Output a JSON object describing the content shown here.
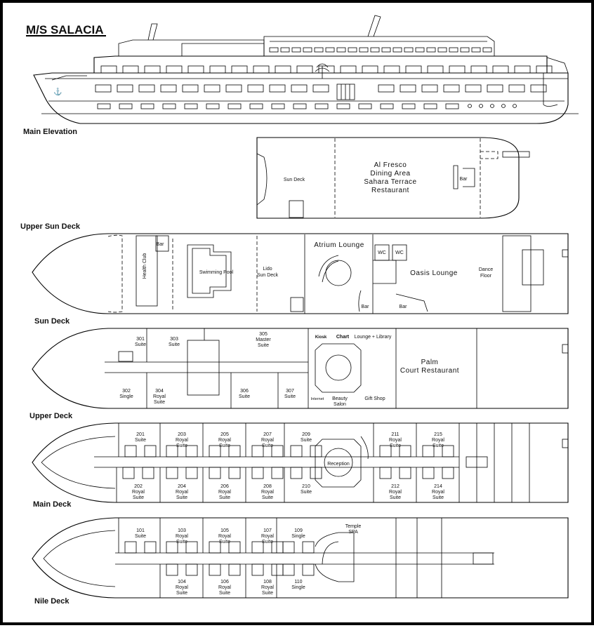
{
  "title": "M/S SALACIA",
  "decks": {
    "main_elevation": "Main Elevation",
    "upper_sun": "Upper Sun Deck",
    "sun": "Sun Deck",
    "upper": "Upper Deck",
    "main": "Main Deck",
    "nile": "Nile Deck"
  },
  "upper_sun_deck": {
    "sun_deck": "Sun Deck",
    "al_fresco": [
      "Al Fresco",
      "Dining Area",
      "Sahara Terrace",
      "Restaurant"
    ],
    "bar": "Bar"
  },
  "sun_deck": {
    "health_club": "Health Club",
    "bar_top": "Bar",
    "pool": "Swimming Pool",
    "lido": [
      "Lido",
      "Sun Deck"
    ],
    "atrium": "Atrium Lounge",
    "wc1": "WC",
    "wc2": "WC",
    "oasis": "Oasis Lounge",
    "dance": [
      "Dance",
      "Floor"
    ],
    "bar1": "Bar",
    "bar2": "Bar"
  },
  "upper_deck": {
    "kiosk": "Kiosk",
    "chart": "Chart",
    "lounge": "Lounge + Library",
    "palm": [
      "Palm",
      "Court Restaurant"
    ],
    "internet": "Internet",
    "beauty": [
      "Beauty",
      "Salon"
    ],
    "gift": "Gift Shop",
    "cabins_top": [
      {
        "num": "301",
        "type": "Suite"
      },
      {
        "num": "303",
        "type": "Suite"
      },
      {
        "num": "305",
        "type": "Master",
        "type2": "Suite"
      }
    ],
    "cabins_bottom": [
      {
        "num": "302",
        "type": "Single"
      },
      {
        "num": "304",
        "type": "Royal",
        "type2": "Suite"
      },
      {
        "num": "306",
        "type": "Suite"
      },
      {
        "num": "307",
        "type": "Suite"
      }
    ]
  },
  "main_deck": {
    "reception": "Reception",
    "cabins_top": [
      {
        "num": "201",
        "type": "Suite"
      },
      {
        "num": "203",
        "type": "Royal",
        "type2": "Suite"
      },
      {
        "num": "205",
        "type": "Royal",
        "type2": "Suite"
      },
      {
        "num": "207",
        "type": "Royal",
        "type2": "Suite"
      },
      {
        "num": "209",
        "type": "Suite"
      },
      {
        "num": "211",
        "type": "Royal",
        "type2": "Suite"
      },
      {
        "num": "215",
        "type": "Royal",
        "type2": "Suite"
      }
    ],
    "cabins_bottom": [
      {
        "num": "202",
        "type": "Royal",
        "type2": "Suite"
      },
      {
        "num": "204",
        "type": "Royal",
        "type2": "Suite"
      },
      {
        "num": "206",
        "type": "Royal",
        "type2": "Suite"
      },
      {
        "num": "208",
        "type": "Royal",
        "type2": "Suite"
      },
      {
        "num": "210",
        "type": "Suite"
      },
      {
        "num": "212",
        "type": "Royal",
        "type2": "Suite"
      },
      {
        "num": "214",
        "type": "Royal",
        "type2": "Suite"
      }
    ]
  },
  "nile_deck": {
    "spa": [
      "Temple",
      "SPA"
    ],
    "cabins_top": [
      {
        "num": "101",
        "type": "Suite"
      },
      {
        "num": "103",
        "type": "Royal",
        "type2": "Suite"
      },
      {
        "num": "105",
        "type": "Royal",
        "type2": "Suite"
      },
      {
        "num": "107",
        "type": "Royal",
        "type2": "Suite"
      },
      {
        "num": "109",
        "type": "Single"
      }
    ],
    "cabins_bottom": [
      {
        "num": "104",
        "type": "Royal",
        "type2": "Suite"
      },
      {
        "num": "106",
        "type": "Royal",
        "type2": "Suite"
      },
      {
        "num": "108",
        "type": "Royal",
        "type2": "Suite"
      },
      {
        "num": "110",
        "type": "Single"
      }
    ]
  }
}
